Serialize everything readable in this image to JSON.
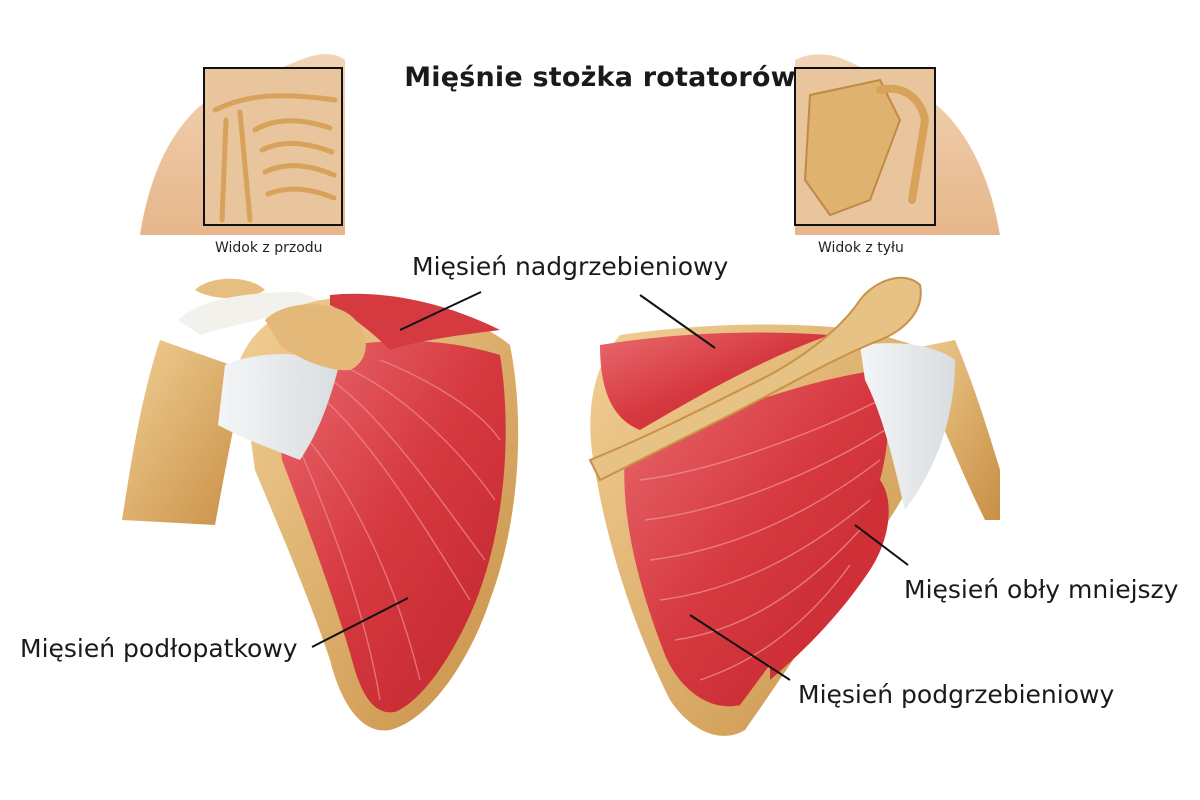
{
  "title": "Mięśnie stożka rotatorów",
  "insets": {
    "front_caption": "Widok z przodu",
    "back_caption": "Widok z tyłu"
  },
  "labels": {
    "supraspinatus": "Mięsień nadgrzebieniowy",
    "subscapularis": "Mięsień podłopatkowy",
    "teres_minor": "Mięsień obły mniejszy",
    "infraspinatus": "Mięsień podgrzebieniowy"
  },
  "colors": {
    "bone": "#e2b775",
    "bone_dark": "#c9954d",
    "muscle": "#d9434a",
    "muscle_light": "#ea7b7f",
    "tendon": "#eceff1",
    "skin": "#efcfb0"
  }
}
